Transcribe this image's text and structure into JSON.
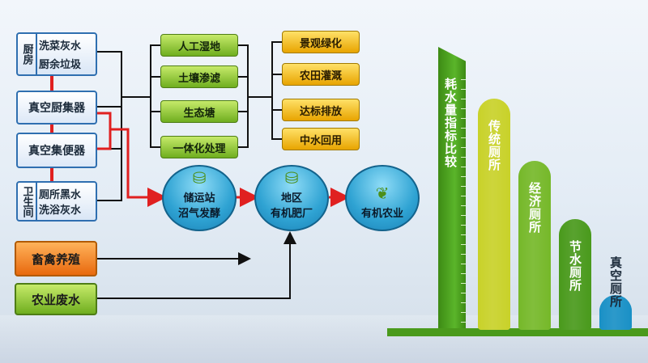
{
  "sources": {
    "kitchen": {
      "label": "厨房",
      "line1": "洗菜灰水",
      "line2": "厨余垃圾"
    },
    "vacuum_kitchen": "真空厨集器",
    "vacuum_toilet": "真空集便器",
    "bathroom": {
      "label": "卫生间",
      "line1": "厕所黑水",
      "line2": "洗浴灰水"
    },
    "livestock": "畜禽养殖",
    "farm_water": "农业废水"
  },
  "treatments": [
    "人工湿地",
    "土壤渗滤",
    "生态塘",
    "一体化处理"
  ],
  "outputs": [
    "景观绿化",
    "农田灌溉",
    "达标排放",
    "中水回用"
  ],
  "process": [
    {
      "lines": [
        "储运站",
        "沼气发酵"
      ],
      "icon": "biogas-tank-icon"
    },
    {
      "lines": [
        "地区",
        "有机肥厂"
      ],
      "icon": "fertilizer-plant-icon"
    },
    {
      "lines": [
        "有机农业"
      ],
      "icon": "plant-icon"
    }
  ],
  "chart_data": {
    "type": "bar",
    "ylabel": "耗水量指标比较",
    "categories": [
      "传统厕所",
      "经济厕所",
      "节水厕所",
      "真空厕所"
    ],
    "values": [
      100,
      73,
      48,
      15
    ],
    "colors": [
      "#c8d12a",
      "#76b82a",
      "#4a9a1c",
      "#1a90c6"
    ]
  },
  "colors": {
    "blue_border": "#2f6fb0",
    "green_box": "#7dbb2a",
    "yellow_box": "#f0b400",
    "red_flow": "#e02020",
    "orange_box": "#ef7d1b",
    "circle_blue": "#2fa3d3"
  }
}
